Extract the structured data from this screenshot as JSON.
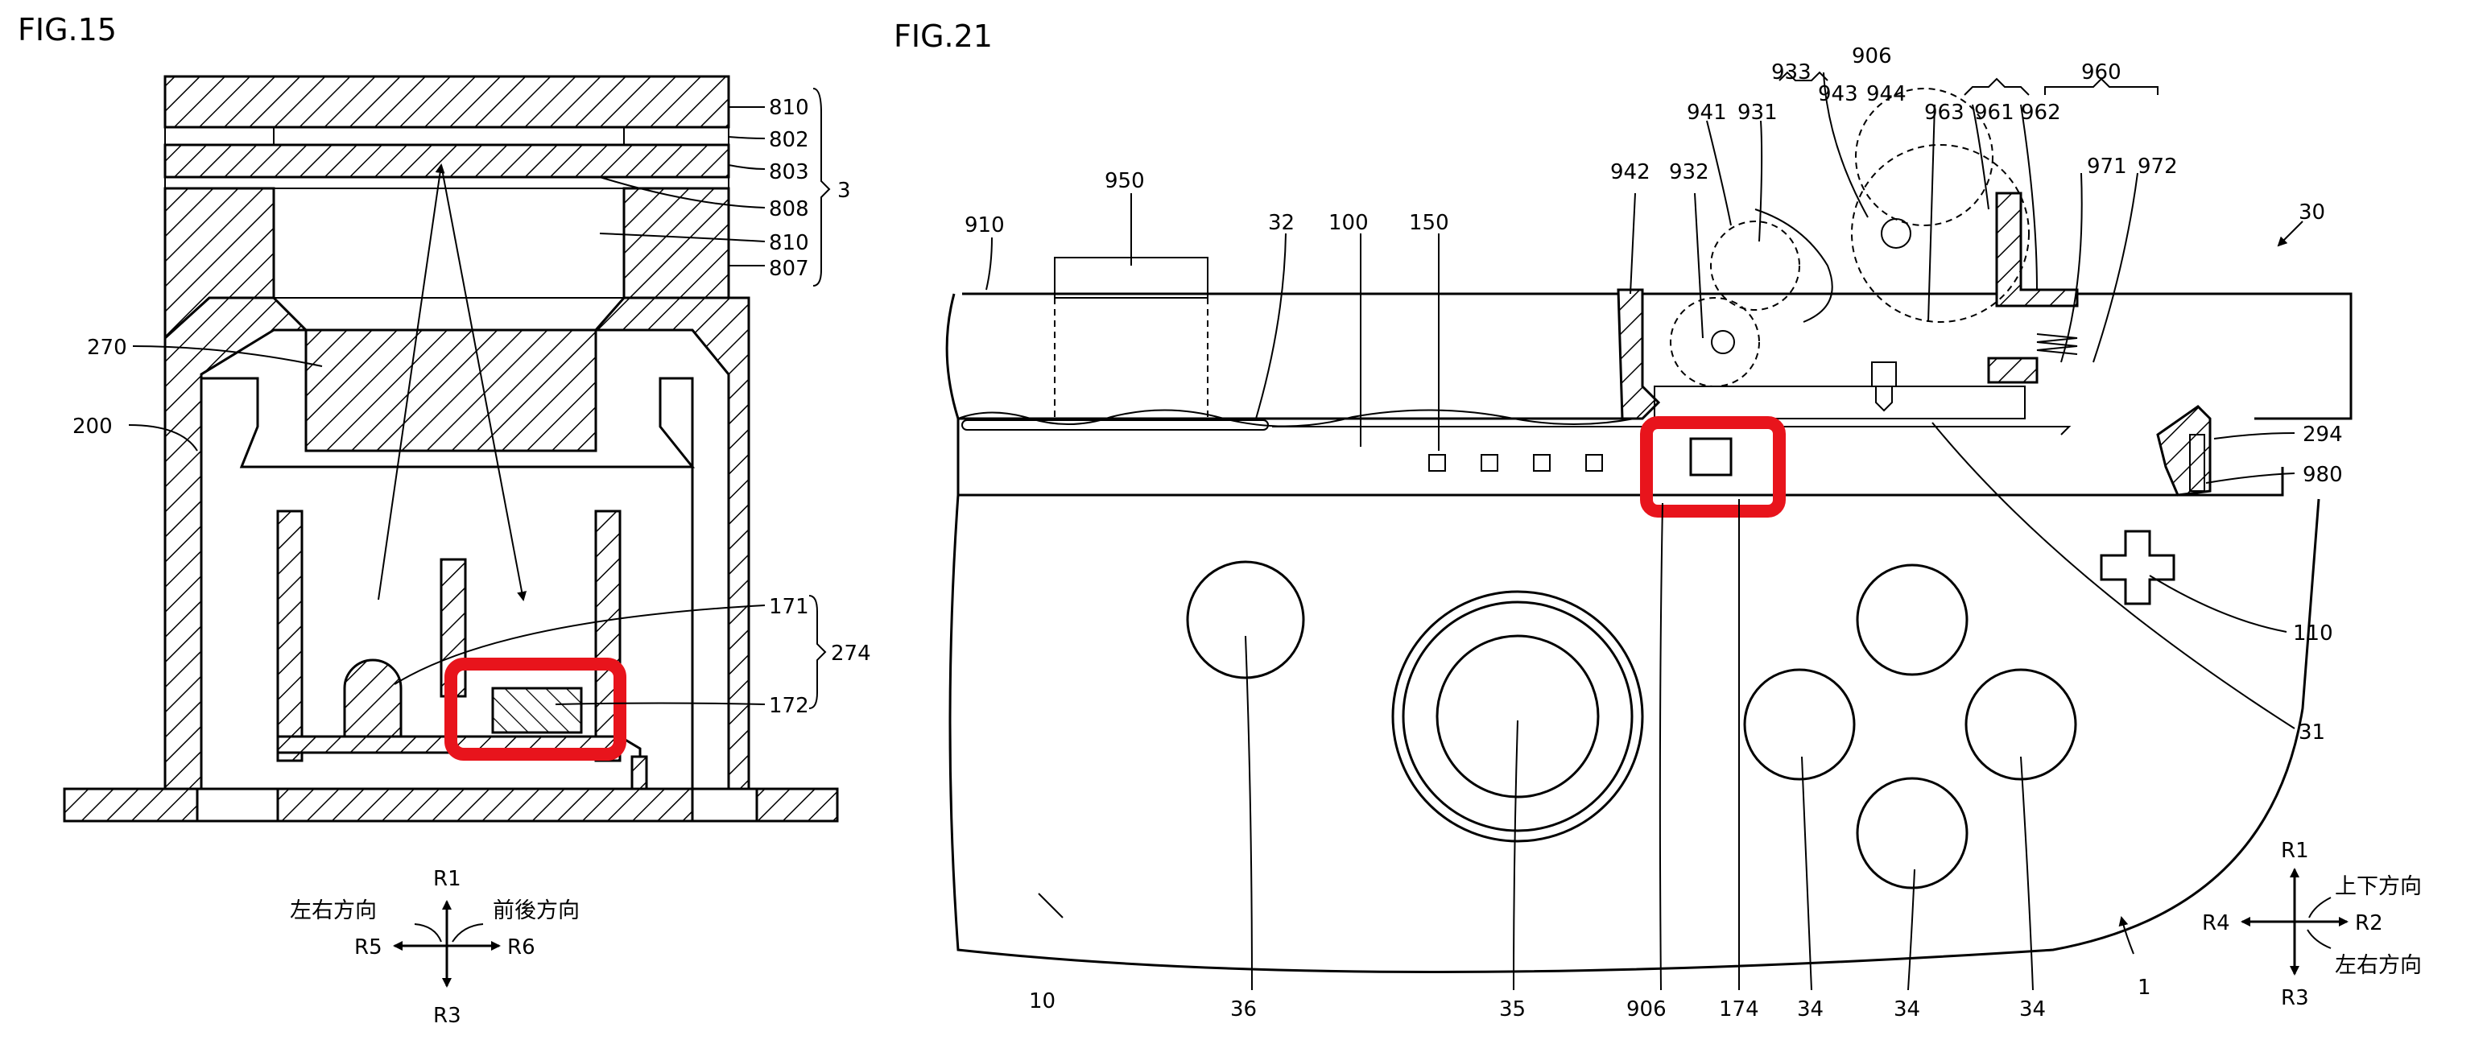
{
  "figures": [
    {
      "id": "fig15",
      "title": "FIG.15",
      "labels": {
        "l810a": "810",
        "l802": "802",
        "l803": "803",
        "l3": "3",
        "l808": "808",
        "l810b": "810",
        "l807": "807",
        "l270": "270",
        "l200": "200",
        "l171": "171",
        "l274": "274",
        "l172": "172"
      },
      "axes": {
        "r1": "R1",
        "r3": "R3",
        "r5": "R5",
        "r6": "R6",
        "dir_lr": "左右方向",
        "dir_fb": "前後方向"
      }
    },
    {
      "id": "fig21",
      "title": "FIG.21",
      "labels": {
        "l906top": "906",
        "l933": "933",
        "l943": "943",
        "l944": "944",
        "l960": "960",
        "l941": "941",
        "l931": "931",
        "l963": "963",
        "l961": "961",
        "l962": "962",
        "l942": "942",
        "l932": "932",
        "l971": "971",
        "l972": "972",
        "l30": "30",
        "l910": "910",
        "l950": "950",
        "l32": "32",
        "l100": "100",
        "l150": "150",
        "l294": "294",
        "l980": "980",
        "l110": "110",
        "l31": "31",
        "l1": "1",
        "l10": "10",
        "l36": "36",
        "l35": "35",
        "l906b": "906",
        "l174": "174",
        "l34a": "34",
        "l34b": "34",
        "l34c": "34"
      },
      "axes": {
        "r1": "R1",
        "r2": "R2",
        "r3": "R3",
        "r4": "R4",
        "dir_ud": "上下方向",
        "dir_lr": "左右方向"
      }
    }
  ],
  "highlight_color": "#e8141c"
}
